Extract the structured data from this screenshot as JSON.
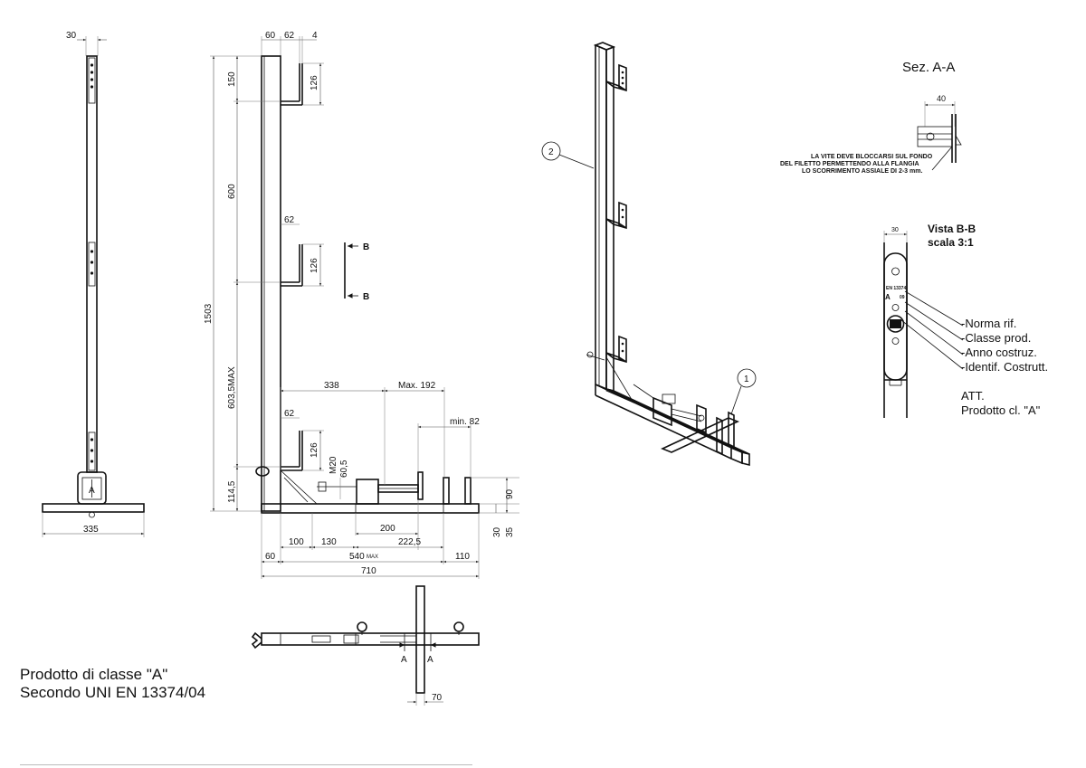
{
  "front_view": {
    "dims": {
      "top_width": "30",
      "base_width": "335"
    },
    "base_label": "A"
  },
  "side_view": {
    "dims": {
      "top_a": "60",
      "top_b": "62",
      "top_c": "4",
      "h_150": "150",
      "h_126_a": "126",
      "h_600": "600",
      "w_62_b": "62",
      "h_126_b": "126",
      "h_1503": "1503",
      "h_603": "603,5MAX",
      "w_338": "338",
      "max_192": "Max. 192",
      "min_82": "min. 82",
      "w_62_c": "62",
      "h_126_c": "126",
      "m20": "M20",
      "h_60_5": "60,5",
      "h_114_5": "114,5",
      "h_90": "90",
      "h_30": "30",
      "h_35": "35",
      "w_200": "200",
      "w_100": "100",
      "w_130": "130",
      "w_222_5": "222,5",
      "w_60": "60",
      "w_540": "540",
      "w_540_suffix": "MAX",
      "w_110": "110",
      "w_710": "710"
    },
    "section_b": "B"
  },
  "top_view": {
    "section_a": "A",
    "dim_70": "70"
  },
  "notes": {
    "class_line1": "Prodotto di classe \"A\"",
    "class_line2": "Secondo UNI EN 13374/04"
  },
  "iso_view": {
    "callout_1": "1",
    "callout_2": "2"
  },
  "section_aa": {
    "title": "Sez. A-A",
    "dim_40": "40",
    "note_line1": "LA VITE DEVE BLOCCARSI SUL FONDO",
    "note_line2": "DEL FILETTO PERMETTENDO ALLA FLANGIA",
    "note_line3": "LO SCORRIMENTO ASSIALE DI 2-3 mm."
  },
  "view_bb": {
    "title_line1": "Vista B-B",
    "title_line2": "scala 3:1",
    "dim_30": "30",
    "plate_text1": "EN 13374",
    "plate_text2": "A",
    "plate_text3": "09",
    "legend": [
      "-Norma rif.",
      "-Classe prod.",
      "-Anno costruz.",
      "-Identif. Costrutt."
    ],
    "att": "ATT.",
    "att_product": "Prodotto cl. \"A\""
  }
}
